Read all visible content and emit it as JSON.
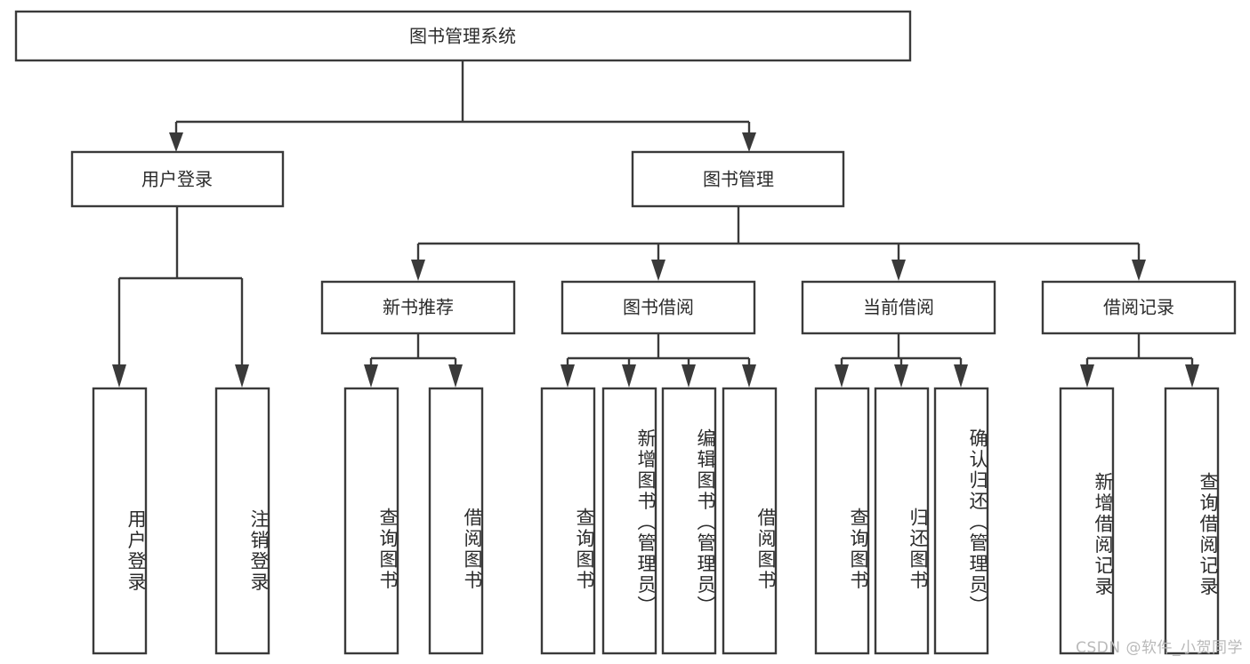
{
  "diagram": {
    "type": "tree",
    "title": "图书管理系统",
    "orientation": "top-down",
    "levels": 4,
    "colors": {
      "box_stroke": "#3a3a3a",
      "box_fill": "#ffffff",
      "connector": "#3a3a3a",
      "text": "#2b2b2b",
      "background": "#ffffff",
      "watermark": "#b9b9b9"
    },
    "root": {
      "label": "图书管理系统"
    },
    "level2": [
      {
        "label": "用户登录"
      },
      {
        "label": "图书管理"
      }
    ],
    "level3": [
      {
        "label": "新书推荐"
      },
      {
        "label": "图书借阅"
      },
      {
        "label": "当前借阅"
      },
      {
        "label": "借阅记录"
      }
    ],
    "leaves": {
      "user_login": [
        {
          "label": "用户登录"
        },
        {
          "label": "注销登录"
        }
      ],
      "new_book_recommend": [
        {
          "label": "查询图书"
        },
        {
          "label": "借阅图书"
        }
      ],
      "book_borrow": [
        {
          "label": "查询图书"
        },
        {
          "label": "新增图书（管理员）"
        },
        {
          "label": "编辑图书（管理员）"
        },
        {
          "label": "借阅图书"
        }
      ],
      "current_borrow": [
        {
          "label": "查询图书"
        },
        {
          "label": "归还图书"
        },
        {
          "label": "确认归还（管理员）"
        }
      ],
      "borrow_record": [
        {
          "label": "新增借阅记录"
        },
        {
          "label": "查询借阅记录"
        }
      ]
    }
  },
  "watermark": {
    "text": "CSDN @软件_小贺同学"
  }
}
